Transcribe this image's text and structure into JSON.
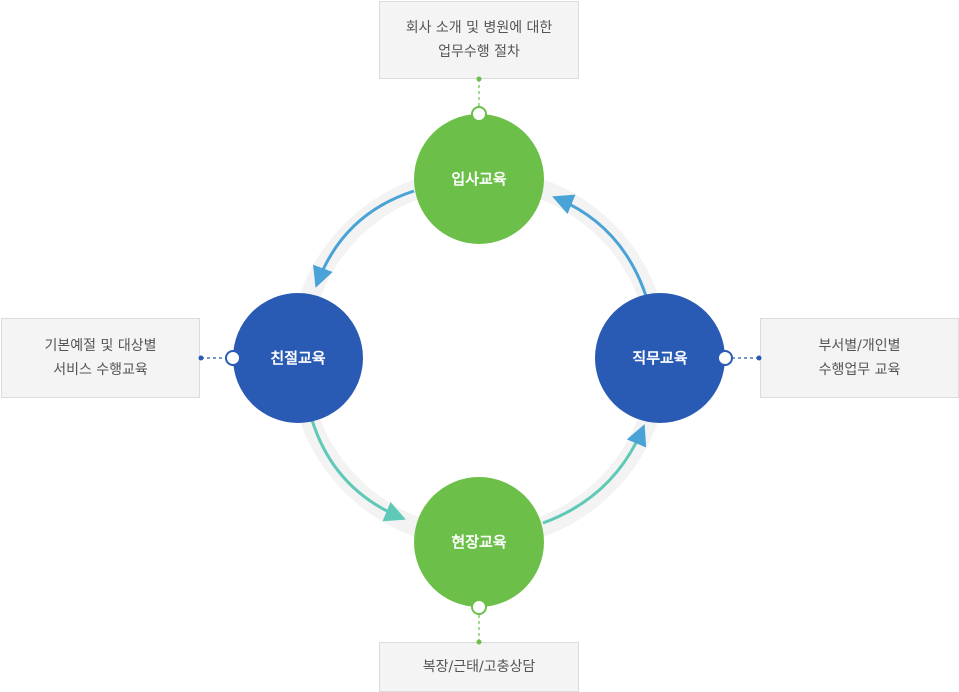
{
  "colors": {
    "green": "#6cc04a",
    "blue": "#2a5bb4",
    "ring": "#f3f3f3",
    "arrow_left": "#4aa3d6",
    "arrow_right": "#5ec9b6",
    "box_bg": "#f4f4f4",
    "box_border": "#dcdcdc",
    "box_text": "#555555"
  },
  "nodes": {
    "top": {
      "label": "입사교육"
    },
    "left": {
      "label": "친절교육"
    },
    "right": {
      "label": "직무교육"
    },
    "bottom": {
      "label": "현장교육"
    }
  },
  "boxes": {
    "top": {
      "lines": [
        "회사 소개 및 병원에 대한",
        "업무수행 절차"
      ]
    },
    "left": {
      "lines": [
        "기본예절 및 대상별",
        "서비스 수행교육"
      ]
    },
    "right": {
      "lines": [
        "부서별/개인별",
        "수행업무 교육"
      ]
    },
    "bottom": {
      "lines": [
        "복장/근태/고충상담"
      ]
    }
  },
  "flow": [
    "입사교육",
    "친절교육",
    "현장교육",
    "직무교육",
    "입사교육"
  ]
}
